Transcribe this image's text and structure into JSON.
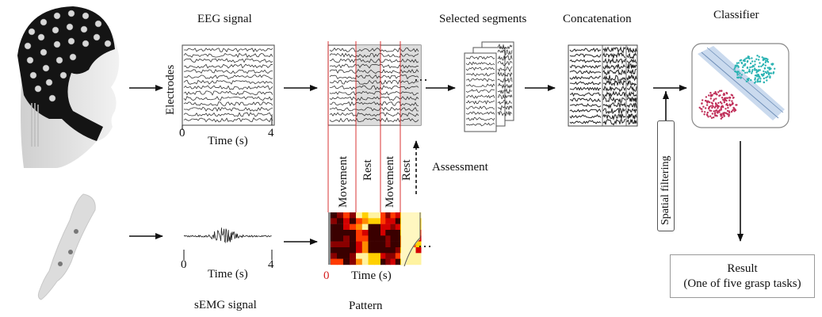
{
  "titles": {
    "eeg_signal": "EEG signal",
    "selected_segments": "Selected segments",
    "concatenation": "Concatenation",
    "classifier": "Classifier",
    "semg_signal": "sEMG signal",
    "pattern": "Pattern",
    "assessment": "Assessment",
    "spatial_filtering": "Spatial filtering"
  },
  "eeg_plot": {
    "ylabel": "Electrodes",
    "xlabel": "Time (s)",
    "x_start": "0",
    "x_end": "4"
  },
  "semg_plot": {
    "xlabel": "Time (s)",
    "x_start": "0",
    "x_end": "4"
  },
  "pattern_plot": {
    "xlabel": "Time (s)",
    "x_start": "0"
  },
  "phases": [
    "Movement",
    "Rest",
    "Movement",
    "Rest"
  ],
  "ellipsis": "…",
  "result": {
    "line1": "Result",
    "line2": "(One of five grasp tasks)"
  },
  "colors": {
    "marker_red": "#d62020",
    "cluster_teal": "#2bb3b3",
    "cluster_magenta": "#c0305a",
    "band_blue": "#b8cde8"
  }
}
